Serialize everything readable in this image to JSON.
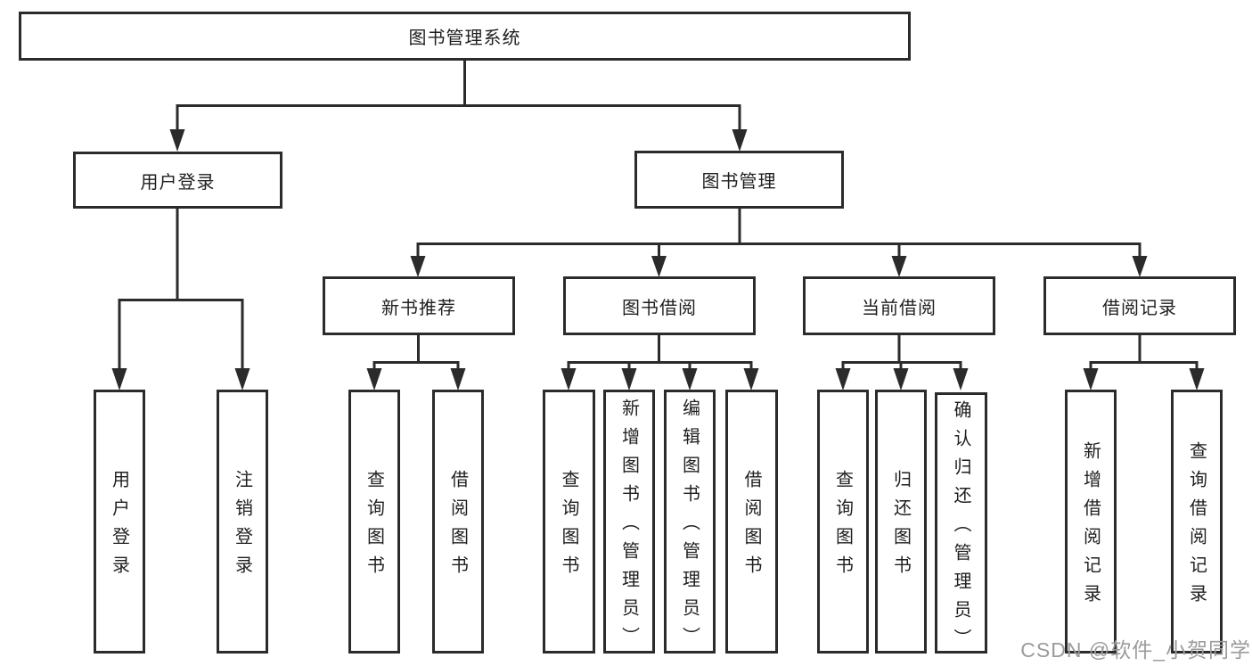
{
  "diagram_title": "图书管理系统",
  "hierarchy": {
    "label": "图书管理系统",
    "children": [
      {
        "label": "用户登录",
        "children": [
          {
            "label": "用户登录"
          },
          {
            "label": "注销登录"
          }
        ]
      },
      {
        "label": "图书管理",
        "children": [
          {
            "label": "新书推荐",
            "children": [
              {
                "label": "查询图书"
              },
              {
                "label": "借阅图书"
              }
            ]
          },
          {
            "label": "图书借阅",
            "children": [
              {
                "label": "查询图书"
              },
              {
                "label": "新增图书（管理员）"
              },
              {
                "label": "编辑图书（管理员）"
              },
              {
                "label": "借阅图书"
              }
            ]
          },
          {
            "label": "当前借阅",
            "children": [
              {
                "label": "查询图书"
              },
              {
                "label": "归还图书"
              },
              {
                "label": "确认归还（管理员）"
              }
            ]
          },
          {
            "label": "借阅记录",
            "children": [
              {
                "label": "新增借阅记录"
              },
              {
                "label": "查询借阅记录"
              }
            ]
          }
        ]
      }
    ]
  },
  "watermark": {
    "text": "CSDN @软件_小贺同学"
  },
  "colors": {
    "line": "#2b2b2b",
    "text": "#1f1f1f",
    "watermark_text": "#9b9b9b",
    "background": "#ffffff"
  }
}
